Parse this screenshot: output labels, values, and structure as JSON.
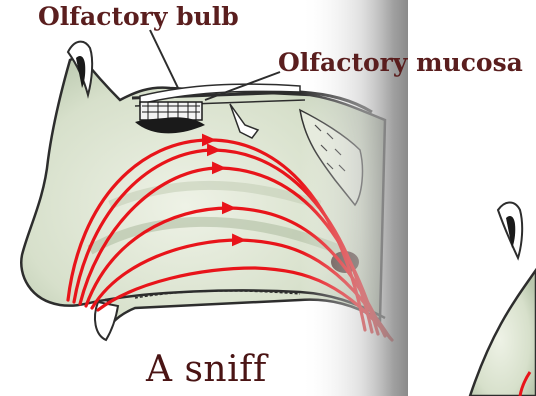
{
  "labels": {
    "olfactory_bulb": "Olfactory bulb",
    "olfactory_mucosa": "Olfactory mucosa",
    "caption": "A sniff"
  },
  "colors": {
    "airflow_arrows": "#e8141a",
    "label_text": "#5a1e1e",
    "tissue_fill": "#dfe6d4",
    "tissue_outline": "#2d2d2d",
    "background": "#ffffff",
    "page_shadow": "#9a9a9a"
  },
  "icons": {
    "airflow": "arrow-icon"
  }
}
